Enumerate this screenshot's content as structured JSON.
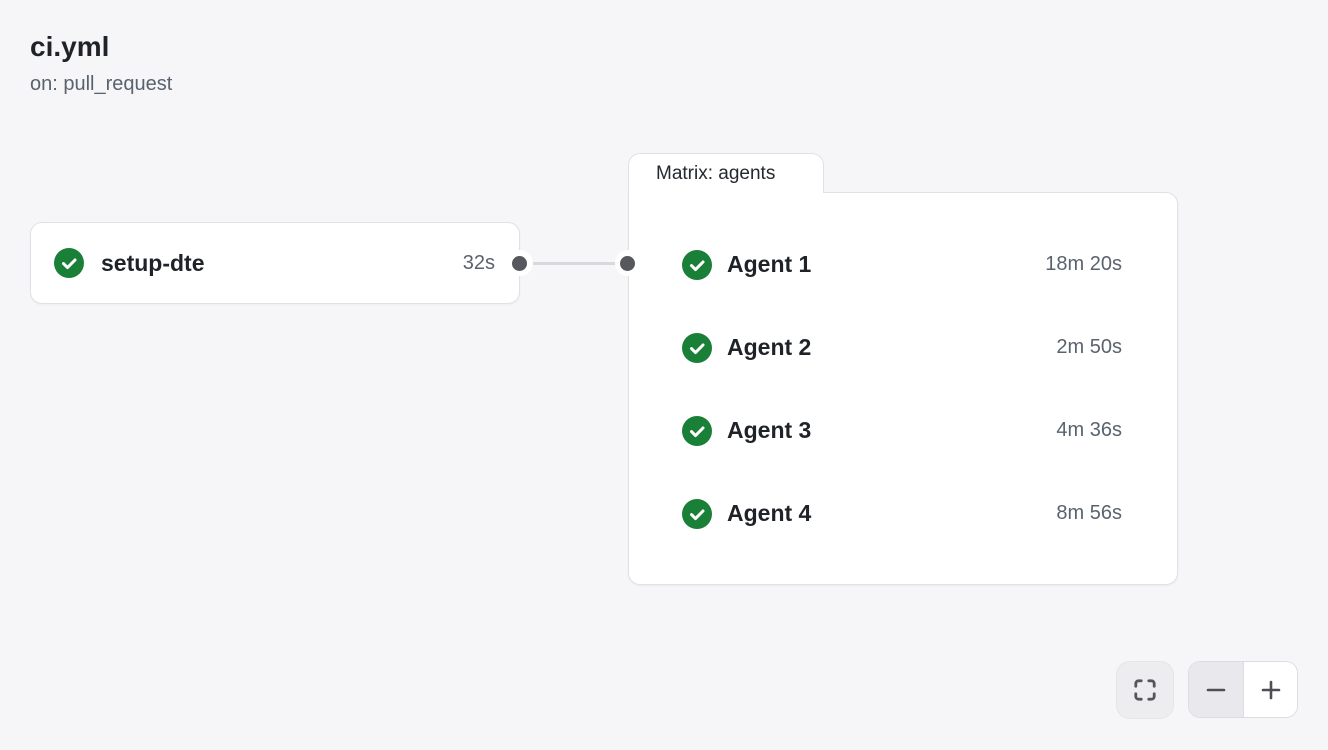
{
  "header": {
    "title": "ci.yml",
    "trigger": "on: pull_request"
  },
  "colors": {
    "success_green": "#1a7f37",
    "connector_dot": "#57575e",
    "connector_line": "#d8d9de"
  },
  "icons": {
    "status": "check-circle-icon",
    "fit": "fit-to-window-icon",
    "zoom_out": "minus-icon",
    "zoom_in": "plus-icon"
  },
  "graph": {
    "job": {
      "name": "setup-dte",
      "status": "success",
      "duration": "32s"
    },
    "matrix": {
      "label": "Matrix: agents",
      "agents": [
        {
          "name": "Agent 1",
          "status": "success",
          "duration": "18m 20s"
        },
        {
          "name": "Agent 2",
          "status": "success",
          "duration": "2m 50s"
        },
        {
          "name": "Agent 3",
          "status": "success",
          "duration": "4m 36s"
        },
        {
          "name": "Agent 4",
          "status": "success",
          "duration": "8m 56s"
        }
      ]
    }
  }
}
